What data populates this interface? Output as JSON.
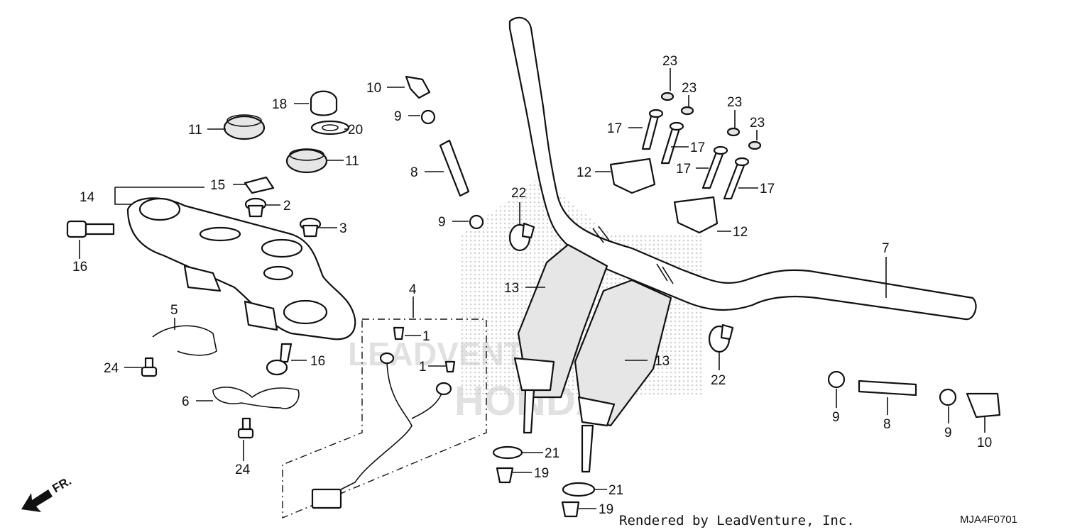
{
  "watermark": {
    "text": "LEADVENTURE",
    "brand": "HONDA"
  },
  "direction_marker": {
    "label": "FR.",
    "icon": "front-arrow-icon"
  },
  "callouts": {
    "c1a": "1",
    "c1b": "1",
    "c2": "2",
    "c3": "3",
    "c4": "4",
    "c5": "5",
    "c6": "6",
    "c7": "7",
    "c8a": "8",
    "c8b": "8",
    "c9a": "9",
    "c9b": "9",
    "c9c": "9",
    "c9d": "9",
    "c10a": "10",
    "c10b": "10",
    "c11a": "11",
    "c11b": "11",
    "c12a": "12",
    "c12b": "12",
    "c13a": "13",
    "c13b": "13",
    "c14": "14",
    "c15": "15",
    "c16a": "16",
    "c16b": "16",
    "c17a": "17",
    "c17b": "17",
    "c17c": "17",
    "c17d": "17",
    "c18": "18",
    "c19a": "19",
    "c19b": "19",
    "c20": "20",
    "c21a": "21",
    "c21b": "21",
    "c22a": "22",
    "c22b": "22",
    "c23a": "23",
    "c23b": "23",
    "c23c": "23",
    "c23d": "23",
    "c24a": "24",
    "c24b": "24"
  },
  "footer": {
    "credit": "Rendered by LeadVenture, Inc.",
    "diagram_code": "MJA4F0701"
  },
  "colors": {
    "line": "#111111",
    "background": "#ffffff",
    "watermark": "#c9c9c9"
  }
}
